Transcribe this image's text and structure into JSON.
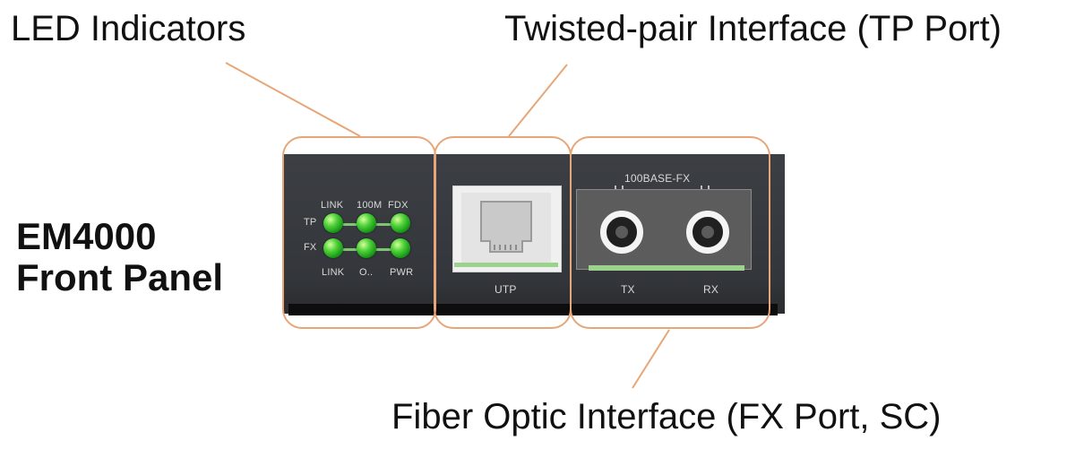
{
  "callouts": {
    "led_indicators": "LED Indicators",
    "tp_interface": "Twisted-pair Interface (TP Port)",
    "fx_interface": "Fiber Optic Interface (FX Port, SC)"
  },
  "product": {
    "title_line1": "EM4000",
    "title_line2": "Front Panel"
  },
  "panel": {
    "led_section": {
      "row_labels": [
        "TP",
        "FX"
      ],
      "top_labels": [
        "LINK",
        "100M",
        "FDX"
      ],
      "bottom_labels": [
        "LINK",
        "O..",
        "PWR"
      ],
      "led_color": "#3fcf2a"
    },
    "utp_label": "UTP",
    "fx_header": "100BASE-FX",
    "fx_port_labels": [
      "TX",
      "RX"
    ],
    "callout_color": "#e7a678",
    "panel_color": "#3a3d41"
  }
}
